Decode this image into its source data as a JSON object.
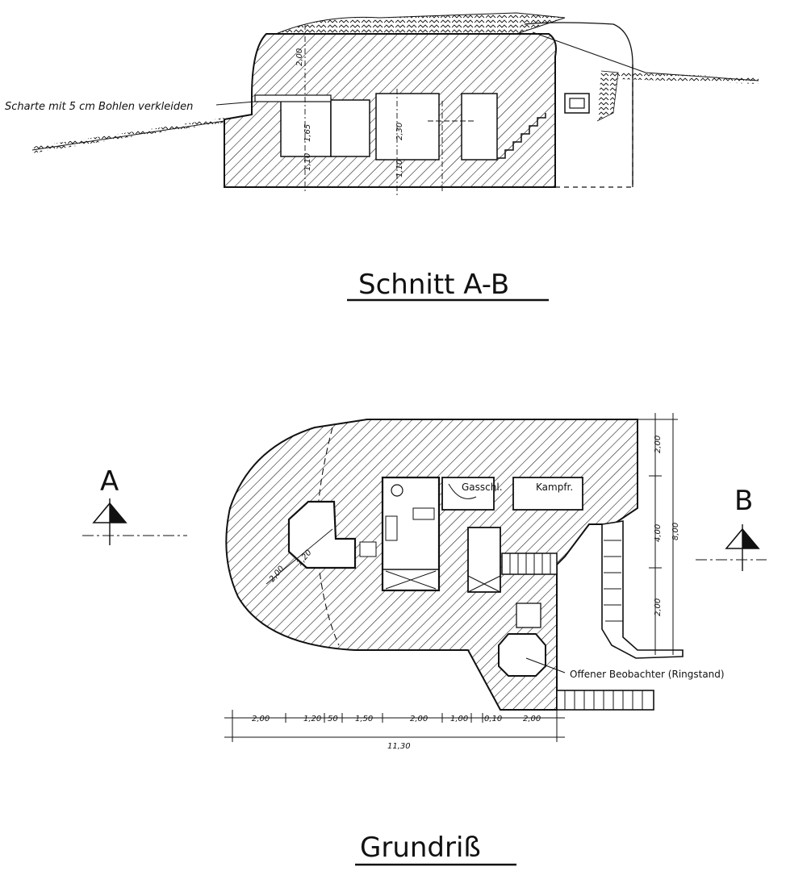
{
  "section": {
    "title": "Schnitt A-B",
    "annotation": "Scharte mit 5 cm Bohlen verkleiden",
    "dims_vertical": [
      "2,00",
      "1,65",
      "1,10",
      "2,30",
      "1,10"
    ]
  },
  "plan": {
    "title": "Grundriß",
    "marker_a": "A",
    "marker_b": "B",
    "room_gasschleuse": "Gasschl.",
    "room_kampfraum": "Kampfr.",
    "observer_label": "Offener Beobachter (Ringstand)",
    "dims_right": [
      "2,00",
      "4,00",
      "2,00",
      "8,00"
    ],
    "dims_bottom": [
      "2,00",
      "1,20",
      "50",
      "1,50",
      "2,00",
      "1,00",
      "0,10",
      "2,00"
    ],
    "dim_total": "11,30",
    "dims_left": [
      "2,00",
      "1,20"
    ]
  }
}
